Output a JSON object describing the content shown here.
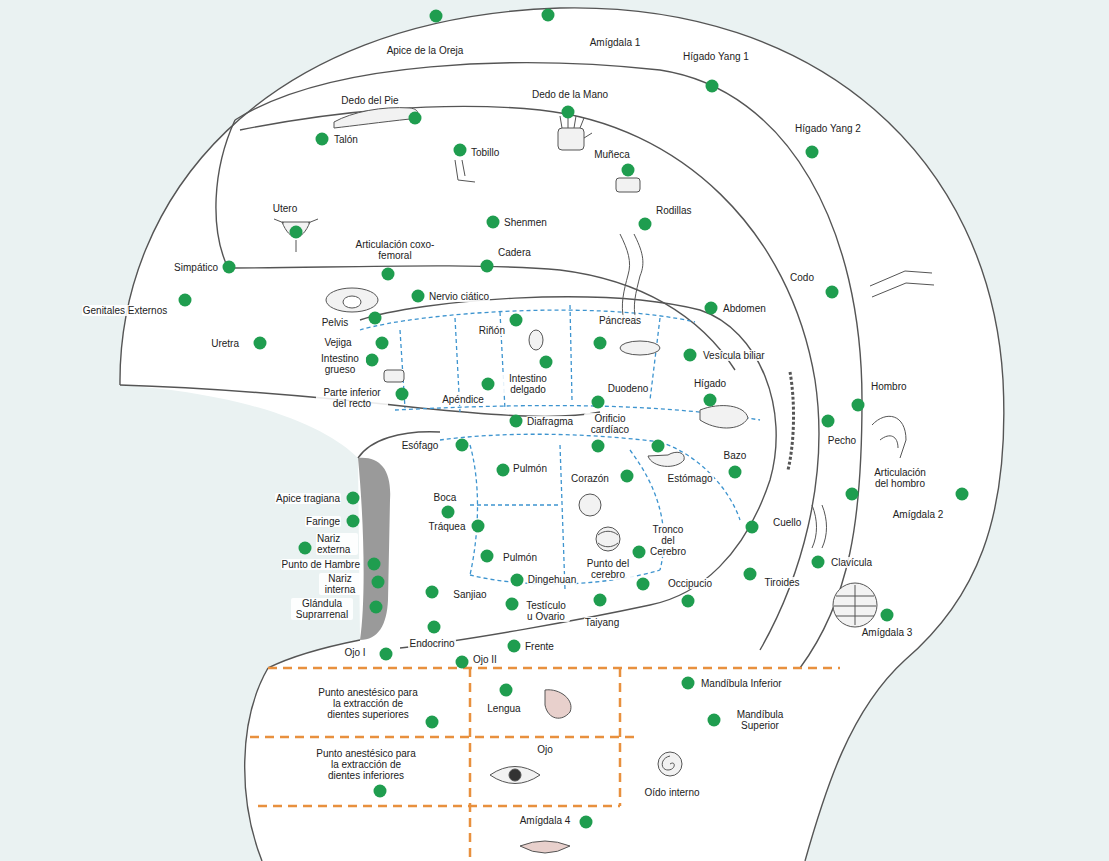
{
  "diagram": {
    "nodes": [
      {
        "text": [
          "Punto anestésico para la extracción de dientes superiores"
        ]
      },
      {
        "text": [
          "Lengua"
        ]
      },
      {
        "text": [
          "Mandíbula Inferior",
          "Mandíbula Superior"
        ]
      },
      {
        "text": [
          "Punto anestésico para la extracción de dientes inferiores"
        ]
      },
      {
        "text": [
          "Ojo"
        ]
      },
      {
        "text": [
          "Oído interno"
        ]
      },
      {
        "text": [
          "Amígdala 4"
        ]
      }
    ],
    "labels": [
      "Apice de la Oreja",
      "Amígdala 1",
      "Hígado Yang 1",
      "Dedo del Pie",
      "Dedo de la Mano",
      "Hígado Yang 2",
      "Talón",
      "Tobillo",
      "Muñeca",
      "Utero",
      "Shenmen",
      "Rodillas",
      "Articulación coxo-femoral",
      "Simpático",
      "Cadera",
      "Codo",
      "Nervio ciático",
      "Genitales Externos",
      "Pelvis",
      "Riñón",
      "Páncreas",
      "Abdomen",
      "Uretra",
      "Vejiga",
      "Vesícula biliar",
      "Intestino grueso",
      "Intestino delgado",
      "Duodeno",
      "Hígado",
      "Hombro",
      "Parte inferior del recto",
      "Apéndice",
      "Diafragma",
      "Pecho",
      "Esófago",
      "Orificio cardíaco",
      "Bazo",
      "Pulmón",
      "Corazón",
      "Estómago",
      "Articulación del hombro",
      "Amígdala 2",
      "Apice tragiana",
      "Boca",
      "Faringe",
      "Tráquea",
      "Cuello",
      "Nariz externa",
      "Punto de Hambre",
      "Pulmón",
      "Tronco del Cerebro",
      "Punto del cerebro",
      "Clavícula",
      "Nariz interna",
      "Dingehuan",
      "Tiroides",
      "Occipucio",
      "Glándula Suprarrenal",
      "Sanjiao",
      "Testículo u Ovario",
      "Taiyang",
      "Amígdala 3",
      "Endocrino",
      "Frente",
      "Ojo I",
      "Ojo II"
    ]
  }
}
